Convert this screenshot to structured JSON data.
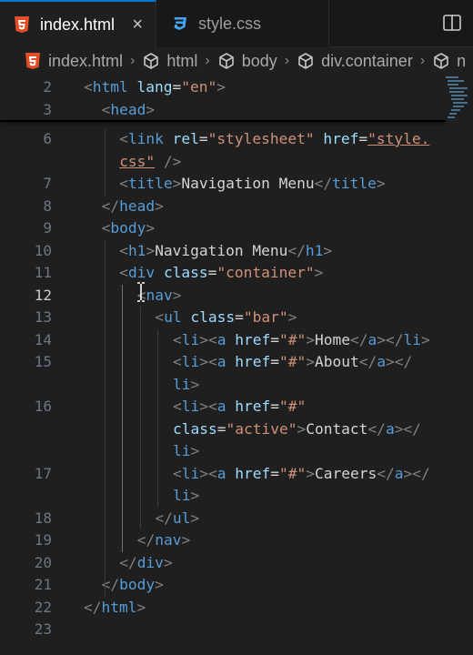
{
  "tabs": [
    {
      "label": "index.html",
      "icon": "html5-icon",
      "active": true,
      "close": "×"
    },
    {
      "label": "style.css",
      "icon": "css3-icon",
      "active": false
    }
  ],
  "breadcrumb": [
    {
      "label": "index.html",
      "icon": "html5-icon"
    },
    {
      "label": "html",
      "icon": "cube-icon"
    },
    {
      "label": "body",
      "icon": "cube-icon"
    },
    {
      "label": "div.container",
      "icon": "cube-icon"
    },
    {
      "label": "n",
      "icon": "cube-icon"
    }
  ],
  "breadcrumb_separator": "›",
  "current_line": "12",
  "lines": [
    {
      "num": "2",
      "indent": 0,
      "tokens": [
        [
          "p",
          "<"
        ],
        [
          "t",
          "html"
        ],
        [
          "s",
          " "
        ],
        [
          "a",
          "lang"
        ],
        [
          "e",
          "="
        ],
        [
          "v",
          "\"en\""
        ],
        [
          "p",
          ">"
        ]
      ]
    },
    {
      "num": "3",
      "indent": 1,
      "tokens": [
        [
          "p",
          "<"
        ],
        [
          "t",
          "head"
        ],
        [
          "p",
          ">"
        ]
      ]
    },
    {
      "num": "6",
      "indent": 2,
      "tokens": [
        [
          "p",
          "<"
        ],
        [
          "t",
          "link"
        ],
        [
          "s",
          " "
        ],
        [
          "a",
          "rel"
        ],
        [
          "e",
          "="
        ],
        [
          "v",
          "\"stylesheet\""
        ],
        [
          "s",
          " "
        ],
        [
          "a",
          "href"
        ],
        [
          "e",
          "="
        ],
        [
          "vu",
          "\"style."
        ]
      ]
    },
    {
      "num": "",
      "indent": 2,
      "tokens": [
        [
          "vu",
          "css\""
        ],
        [
          "s",
          " "
        ],
        [
          "p",
          "/>"
        ]
      ]
    },
    {
      "num": "7",
      "indent": 2,
      "tokens": [
        [
          "p",
          "<"
        ],
        [
          "t",
          "title"
        ],
        [
          "p",
          ">"
        ],
        [
          "x",
          "Navigation Menu"
        ],
        [
          "p",
          "</"
        ],
        [
          "t",
          "title"
        ],
        [
          "p",
          ">"
        ]
      ]
    },
    {
      "num": "8",
      "indent": 1,
      "tokens": [
        [
          "p",
          "</"
        ],
        [
          "t",
          "head"
        ],
        [
          "p",
          ">"
        ]
      ]
    },
    {
      "num": "9",
      "indent": 1,
      "tokens": [
        [
          "p",
          "<"
        ],
        [
          "t",
          "body"
        ],
        [
          "p",
          ">"
        ]
      ]
    },
    {
      "num": "10",
      "indent": 2,
      "tokens": [
        [
          "p",
          "<"
        ],
        [
          "t",
          "h1"
        ],
        [
          "p",
          ">"
        ],
        [
          "x",
          "Navigation Menu"
        ],
        [
          "p",
          "</"
        ],
        [
          "t",
          "h1"
        ],
        [
          "p",
          ">"
        ]
      ]
    },
    {
      "num": "11",
      "indent": 2,
      "tokens": [
        [
          "p",
          "<"
        ],
        [
          "t",
          "div"
        ],
        [
          "s",
          " "
        ],
        [
          "a",
          "class"
        ],
        [
          "e",
          "="
        ],
        [
          "v",
          "\"container\""
        ],
        [
          "p",
          ">"
        ]
      ]
    },
    {
      "num": "12",
      "indent": 3,
      "tokens": [
        [
          "p",
          "<"
        ],
        [
          "t",
          "nav"
        ],
        [
          "p",
          ">"
        ]
      ]
    },
    {
      "num": "13",
      "indent": 4,
      "tokens": [
        [
          "p",
          "<"
        ],
        [
          "t",
          "ul"
        ],
        [
          "s",
          " "
        ],
        [
          "a",
          "class"
        ],
        [
          "e",
          "="
        ],
        [
          "v",
          "\"bar\""
        ],
        [
          "p",
          ">"
        ]
      ]
    },
    {
      "num": "14",
      "indent": 5,
      "tokens": [
        [
          "p",
          "<"
        ],
        [
          "t",
          "li"
        ],
        [
          "p",
          "><"
        ],
        [
          "t",
          "a"
        ],
        [
          "s",
          " "
        ],
        [
          "a",
          "href"
        ],
        [
          "e",
          "="
        ],
        [
          "v",
          "\"#\""
        ],
        [
          "p",
          ">"
        ],
        [
          "x",
          "Home"
        ],
        [
          "p",
          "</"
        ],
        [
          "t",
          "a"
        ],
        [
          "p",
          "></"
        ],
        [
          "t",
          "li"
        ],
        [
          "p",
          ">"
        ]
      ]
    },
    {
      "num": "15",
      "indent": 5,
      "tokens": [
        [
          "p",
          "<"
        ],
        [
          "t",
          "li"
        ],
        [
          "p",
          "><"
        ],
        [
          "t",
          "a"
        ],
        [
          "s",
          " "
        ],
        [
          "a",
          "href"
        ],
        [
          "e",
          "="
        ],
        [
          "v",
          "\"#\""
        ],
        [
          "p",
          ">"
        ],
        [
          "x",
          "About"
        ],
        [
          "p",
          "</"
        ],
        [
          "t",
          "a"
        ],
        [
          "p",
          "></"
        ]
      ]
    },
    {
      "num": "",
      "indent": 5,
      "tokens": [
        [
          "t",
          "li"
        ],
        [
          "p",
          ">"
        ]
      ]
    },
    {
      "num": "16",
      "indent": 5,
      "tokens": [
        [
          "p",
          "<"
        ],
        [
          "t",
          "li"
        ],
        [
          "p",
          "><"
        ],
        [
          "t",
          "a"
        ],
        [
          "s",
          " "
        ],
        [
          "a",
          "href"
        ],
        [
          "e",
          "="
        ],
        [
          "v",
          "\"#\""
        ]
      ]
    },
    {
      "num": "",
      "indent": 5,
      "tokens": [
        [
          "a",
          "class"
        ],
        [
          "e",
          "="
        ],
        [
          "v",
          "\"active\""
        ],
        [
          "p",
          ">"
        ],
        [
          "x",
          "Contact"
        ],
        [
          "p",
          "</"
        ],
        [
          "t",
          "a"
        ],
        [
          "p",
          "></"
        ]
      ]
    },
    {
      "num": "",
      "indent": 5,
      "tokens": [
        [
          "t",
          "li"
        ],
        [
          "p",
          ">"
        ]
      ]
    },
    {
      "num": "17",
      "indent": 5,
      "tokens": [
        [
          "p",
          "<"
        ],
        [
          "t",
          "li"
        ],
        [
          "p",
          "><"
        ],
        [
          "t",
          "a"
        ],
        [
          "s",
          " "
        ],
        [
          "a",
          "href"
        ],
        [
          "e",
          "="
        ],
        [
          "v",
          "\"#\""
        ],
        [
          "p",
          ">"
        ],
        [
          "x",
          "Careers"
        ],
        [
          "p",
          "</"
        ],
        [
          "t",
          "a"
        ],
        [
          "p",
          "></"
        ]
      ]
    },
    {
      "num": "",
      "indent": 5,
      "tokens": [
        [
          "t",
          "li"
        ],
        [
          "p",
          ">"
        ]
      ]
    },
    {
      "num": "18",
      "indent": 4,
      "tokens": [
        [
          "p",
          "</"
        ],
        [
          "t",
          "ul"
        ],
        [
          "p",
          ">"
        ]
      ]
    },
    {
      "num": "19",
      "indent": 3,
      "tokens": [
        [
          "p",
          "</"
        ],
        [
          "t",
          "nav"
        ],
        [
          "p",
          ">"
        ]
      ]
    },
    {
      "num": "20",
      "indent": 2,
      "tokens": [
        [
          "p",
          "</"
        ],
        [
          "t",
          "div"
        ],
        [
          "p",
          ">"
        ]
      ]
    },
    {
      "num": "21",
      "indent": 1,
      "tokens": [
        [
          "p",
          "</"
        ],
        [
          "t",
          "body"
        ],
        [
          "p",
          ">"
        ]
      ]
    },
    {
      "num": "22",
      "indent": 0,
      "tokens": [
        [
          "p",
          "</"
        ],
        [
          "t",
          "html"
        ],
        [
          "p",
          ">"
        ]
      ]
    },
    {
      "num": "23",
      "indent": 0,
      "tokens": []
    }
  ],
  "colors": {
    "tag": "#569cd6",
    "attribute": "#9cdcfe",
    "string": "#ce9178",
    "punctuation": "#808080",
    "text": "#d4d4d4",
    "html_icon": "#e44d26",
    "css_icon": "#42a5f5",
    "accent": "#0078d4"
  }
}
